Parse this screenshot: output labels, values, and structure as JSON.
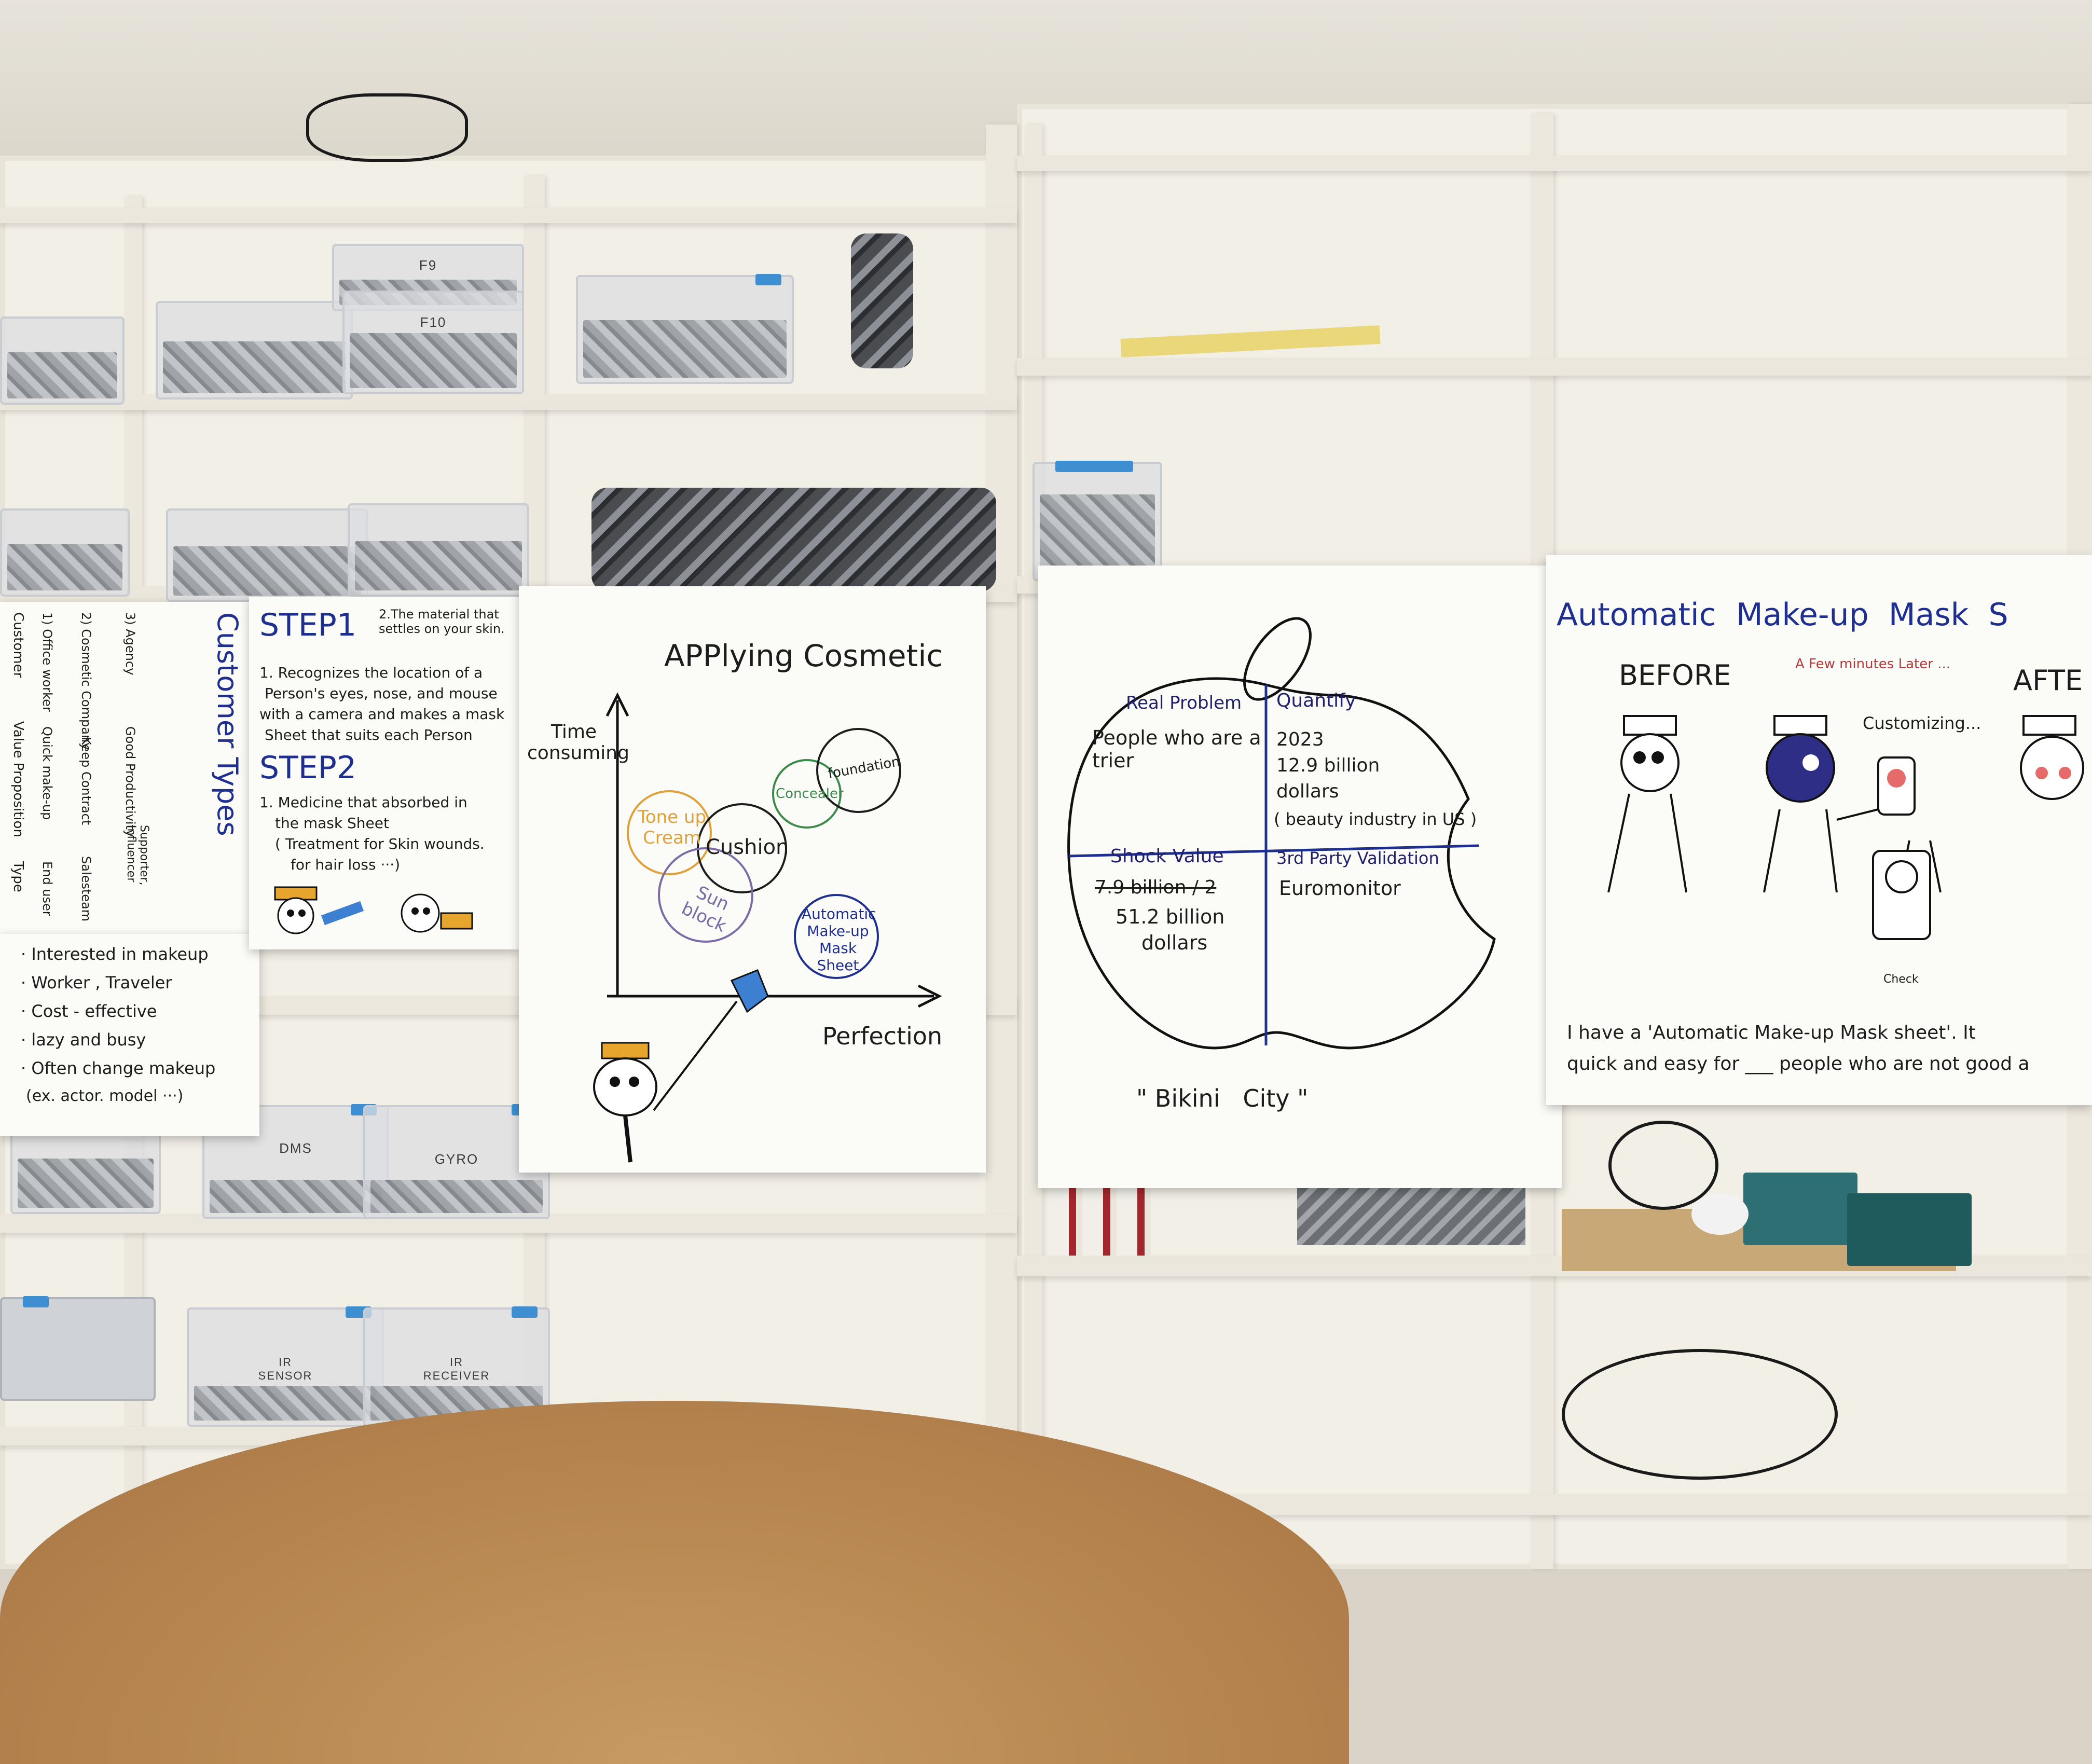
{
  "bins": {
    "f9": "F9",
    "f10": "F10",
    "dms": "DMS",
    "gyro": "GYRO",
    "ir_sensor": "IR\nSENSOR",
    "ir_receiver": "IR\nRECEIVER"
  },
  "customer_types": {
    "title": "Customer Types",
    "col_customer": "Customer",
    "col_value": "Value Proposition",
    "col_type": "Type",
    "rows": [
      [
        "1) Office worker",
        "Quick make-up",
        "End user"
      ],
      [
        "2) Cosmetic Company",
        "Keep Contract",
        "Salesteam"
      ],
      [
        "3) Agency",
        "Good Productivity",
        "Supporter, Influencer"
      ]
    ],
    "bullets": [
      "· Interested in makeup",
      "· Worker , Traveler",
      "· Cost - effective",
      "· lazy and busy",
      "· Often change   makeup",
      "(ex. actor. model ···)"
    ]
  },
  "steps": {
    "step1": "STEP1",
    "step1_note": "2.The material that settles on your skin.",
    "step1_lines": [
      "1. Recognizes the location of a",
      "Person's eyes, nose, and mouse",
      "with a camera and makes a mask",
      "Sheet that suits each Person"
    ],
    "step2": "STEP2",
    "step2_lines": [
      "1. Medicine that absorbed in",
      "the mask Sheet",
      "( Treatment for Skin wounds.",
      "for hair loss ···)"
    ]
  },
  "applying": {
    "title": "APPlying Cosmetic",
    "ylabel": "Time consuming",
    "xlabel": "Perfection",
    "bubbles": [
      {
        "label": "Tone up Cream",
        "color": "#e0a13a"
      },
      {
        "label": "Cushion",
        "color": "#1c1c1c"
      },
      {
        "label": "Sun block",
        "color": "#7a6aa6"
      },
      {
        "label": "Concealer",
        "color": "#3a8a4a"
      },
      {
        "label": "foundation",
        "color": "#1c1c1c"
      },
      {
        "label": "Automatic Make-up Mask Sheet",
        "color": "#1f2f8f"
      }
    ]
  },
  "apple": {
    "h_real": "Real Problem",
    "h_quantify": "Quantify",
    "real": "People who are a trier",
    "quantify": [
      "2023",
      "12.9 billion",
      "dollars",
      "( beauty industry in US )"
    ],
    "h_shock": "Shock Value",
    "h_third": "3rd Party Validation",
    "shock_strike": "7.9 billion / 2",
    "shock": [
      "51.2 billion",
      "dollars"
    ],
    "third": "Euromonitor",
    "caption": "\" Bikini   City \""
  },
  "mask": {
    "title": "Automatic  Make-up  Mask  S",
    "before": "BEFORE",
    "later": "A Few minutes Later ...",
    "after": "AFTE",
    "customizing": "Customizing...",
    "check": "Check",
    "caption1": "I have a 'Automatic  Make-up  Mask  sheet'. It",
    "caption2": "quick and easy for ___ people who are not good a"
  },
  "colors": {
    "accent_blue": "#1f2f8f",
    "bin_clip": "#3d8fd1",
    "table": "#b78650"
  }
}
